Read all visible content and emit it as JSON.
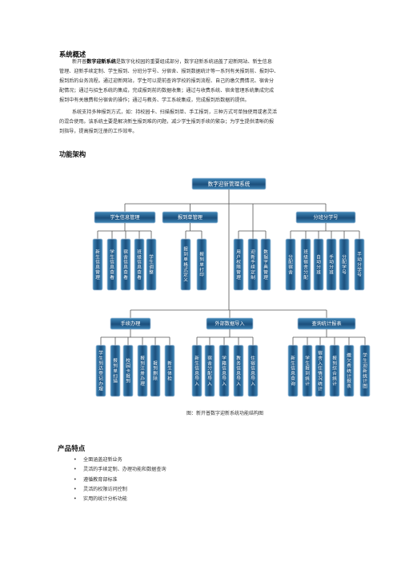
{
  "overview": {
    "heading": "系统概述",
    "p1_lead": "新开普",
    "p1_bold": "数字迎新系统",
    "p1_line1_rest": "是数字化校园的重要组成部分，数字迎新系统涵盖了迎新网站、新生信息",
    "p1_line2": "管理、迎新手续定制、学生报到、分班分学号、分宿舍、报到数据统计等一系列有关报到前、报到中、",
    "p1_line3": "报到后的业务流程。通过迎新网站，学生可以提前查询学校的报到流程、自己的缴欠费情况、宿舍分",
    "p1_line4": "配情况；通过与招生系统的集成，完成报到前的数据收集；通过与收费系统、宿舍管理系统集成完成",
    "p1_line5": "报到中有关缴费和分宿舍的操作；通过与教务、学工系统集成，完成报到后数据的提供。",
    "p2_line1": "系统支持多种报到方式，如：持校园卡、扫描报到单、手工报到，三种方式可单独使用或者灵活",
    "p2_line2": "的混合使用。该系统主要是解决新生报到难的问题，减少学生报到手续的繁杂；为学生提供清晰的报",
    "p2_line3": "到指导，提高报到注册的工作效率。"
  },
  "architecture": {
    "heading": "功能架构",
    "caption": "图：新开普数字迎新系统功能结构图",
    "root": "数字迎新管理系统",
    "top_groups": [
      {
        "label": "学生信息管理",
        "leaves": [
          "新生信息管理",
          "学生信息查看",
          "宿舍信息查看",
          "班级信息查看",
          "学生调整"
        ]
      },
      {
        "label": "报到单管理",
        "leaves": [
          "报到单格式定义",
          "报到单打印"
        ]
      },
      {
        "label": "",
        "leaves": [
          "用户权限管理",
          "迎新手续定制",
          "数据字典管理"
        ]
      },
      {
        "label": "分班分学号",
        "leaves": [
          "分配宿舍",
          "班级宿舍分配",
          "自动分班",
          "手动分班",
          "分配学号",
          "手动分学号"
        ]
      }
    ],
    "bottom_groups": [
      {
        "label": "手续办理",
        "leaves": [
          "学生到达登记办理",
          "报到单扫描",
          "校园卡报到",
          "报到注册办理",
          "报到删除",
          "新生体检"
        ]
      },
      {
        "label": "外部数据导入",
        "leaves": [
          "新生信息导入",
          "宿舍分配导入",
          "学籍信息导入",
          "教务信息导入",
          "住宿信息导入"
        ]
      },
      {
        "label": "查询统计报表",
        "leaves": [
          "新生信息查询",
          "学生报到统计",
          "宿舍入住情况统计",
          "报到综合统计",
          "缴欠费统计报表",
          "学生迎新统计图"
        ]
      }
    ]
  },
  "features": {
    "heading": "产品特点",
    "items": [
      "全面涵盖迎新业务",
      "灵活的手续定制、办理功能和数据查询",
      "遵循教育部标准",
      "灵活的权限访问控制",
      "实用的统计分析功能"
    ]
  },
  "colors": {
    "box_dark": "#1c4f7c",
    "box_light": "#3f87b9",
    "line": "#555555"
  }
}
